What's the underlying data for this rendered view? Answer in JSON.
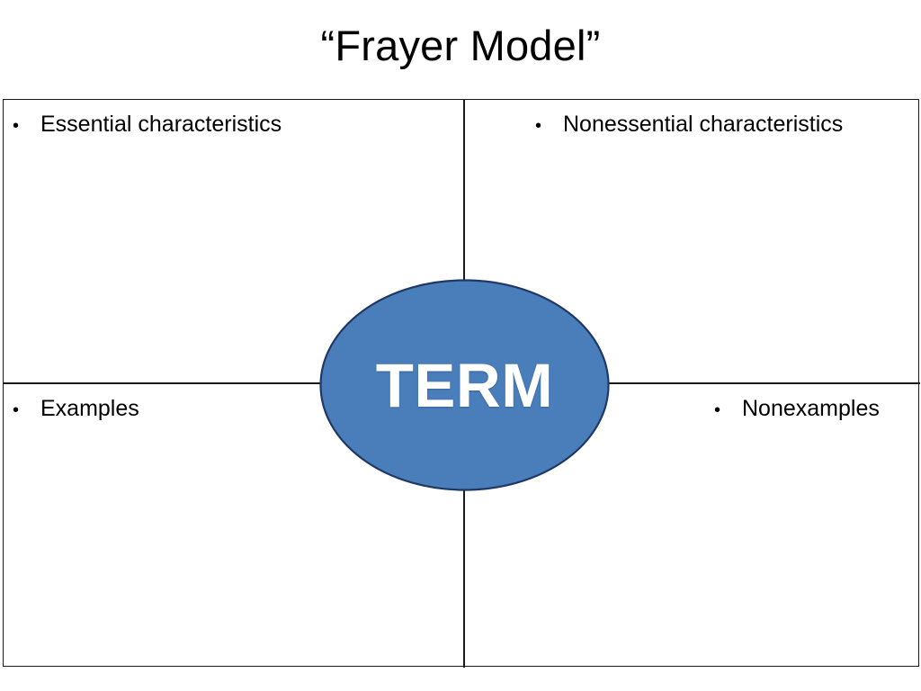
{
  "slide": {
    "title": "“Frayer Model”",
    "background_color": "#ffffff",
    "frame_border_color": "#1a1a1a"
  },
  "quadrants": [
    {
      "key": "essential",
      "bullet": "•",
      "label": "Essential characteristics",
      "position": "top-left"
    },
    {
      "key": "nonessential",
      "bullet": "•",
      "label": "Nonessential characteristics",
      "position": "top-right"
    },
    {
      "key": "examples",
      "bullet": "•",
      "label": "Examples",
      "position": "bottom-left"
    },
    {
      "key": "nonexamples",
      "bullet": "•",
      "label": "Nonexamples",
      "position": "bottom-right"
    }
  ],
  "center": {
    "label": "TERM",
    "fill_color": "#4a7ebb",
    "border_color": "#1f3864",
    "text_color": "#ffffff"
  }
}
